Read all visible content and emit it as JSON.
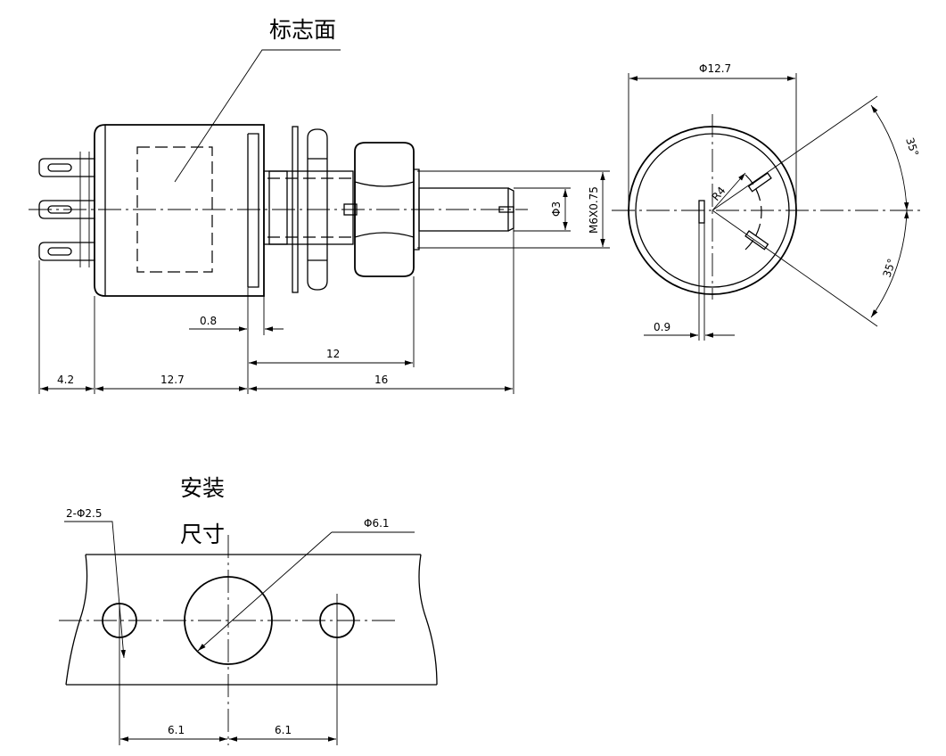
{
  "labels": {
    "marking_face": "标志面",
    "install_line1": "安装",
    "install_line2": "尺寸"
  },
  "dimensions": {
    "outer_dia": "Φ12.7",
    "thread": "M6X0.75",
    "shaft_dia": "Φ3",
    "panel": "0.8",
    "bushing": "12",
    "terminal": "4.2",
    "body": "12.7",
    "shaft": "16",
    "radius": "R4",
    "angle_top": "35°",
    "angle_bottom": "35°",
    "key": "0.9",
    "holes": "2-Φ2.5",
    "center_hole": "Φ6.1",
    "spacing_left": "6.1",
    "spacing_right": "6.1"
  }
}
